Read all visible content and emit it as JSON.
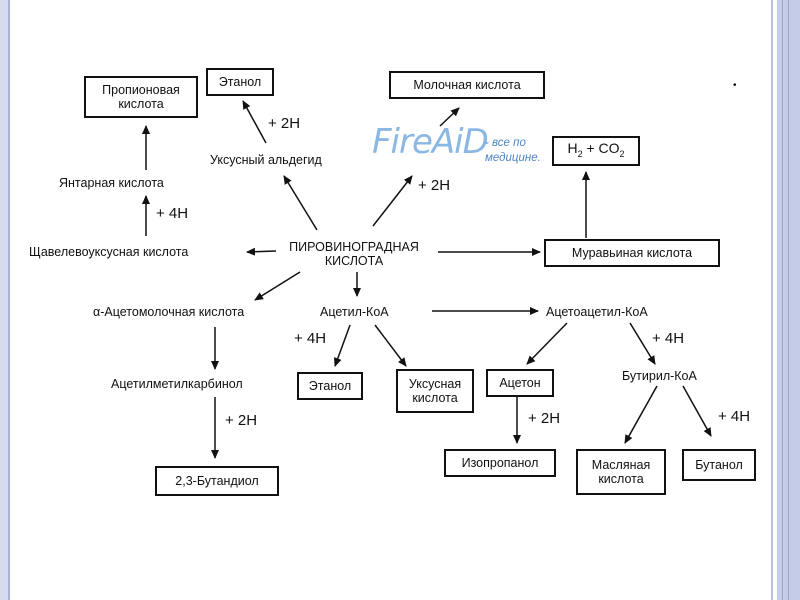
{
  "nodes": {
    "propionic_acid": [
      "Пропионовая",
      "кислота"
    ],
    "ethanol_top": "Этанол",
    "lactic_acid": "Молочная кислота",
    "acetaldehyde": "Уксусный альдегид",
    "h2_co2": {
      "h": "H",
      "sub2": "2",
      "plus_co": " + CO",
      "sub2b": "2"
    },
    "succinic_acid": "Янтарная кислота",
    "oxaloacetic_acid": "Щавелевоуксусная кислота",
    "pyruvic_acid": [
      "ПИРОВИНОГРАДНАЯ",
      "КИСЛОТА"
    ],
    "formic_acid": "Муравьиная кислота",
    "acetolactic_acid": "α-Ацетомолочная кислота",
    "acetyl_coa": "Ацетил-КоА",
    "acetoacetyl_coa": "Ацетоацетил-КоА",
    "acetylmethylcarbinol": "Ацетилметилкарбинол",
    "ethanol_bottom": "Этанол",
    "acetic_acid": [
      "Уксусная",
      "кислота"
    ],
    "acetone": "Ацетон",
    "butyryl_coa": "Бутирил-КоА",
    "butanediol": "2,3-Бутандиол",
    "isopropanol": "Изопропанол",
    "butyric_acid": [
      "Масляная",
      "кислота"
    ],
    "butanol": "Бутанол"
  },
  "reagents": {
    "r1": "+ 2H",
    "r2": "+ 2H",
    "r3": "+ 4H",
    "r4": "+ 4H",
    "r5": "+ 4H",
    "r6": "+ 2H",
    "r7": "+ 2H",
    "r8": "+ 4H"
  },
  "watermark": {
    "brand": "FireAiD",
    "tagline": [
      "- все по",
      "медицине."
    ]
  }
}
